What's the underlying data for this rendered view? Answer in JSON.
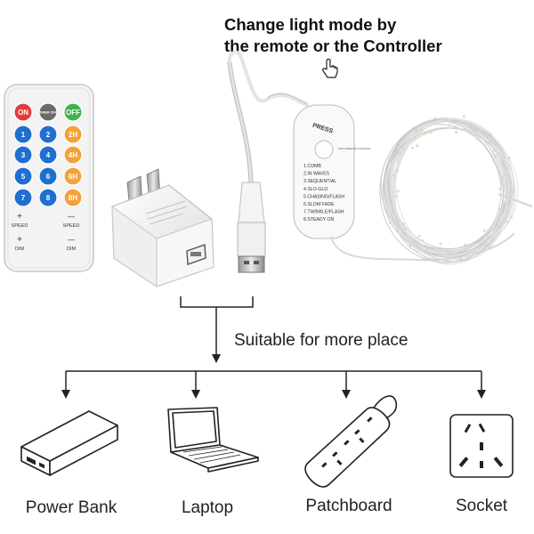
{
  "headline": {
    "line1": "Change light mode by",
    "line2": "the remote or the Controller"
  },
  "remote": {
    "buttons": [
      {
        "label": "ON",
        "color": "#e23a3a"
      },
      {
        "label": "TIMER OFF",
        "color": "#6a6a6a"
      },
      {
        "label": "OFF",
        "color": "#3cb54a"
      },
      {
        "label": "1",
        "color": "#1e6fd0"
      },
      {
        "label": "2",
        "color": "#1e6fd0"
      },
      {
        "label": "2H",
        "color": "#f2a23a"
      },
      {
        "label": "3",
        "color": "#1e6fd0"
      },
      {
        "label": "4",
        "color": "#1e6fd0"
      },
      {
        "label": "4H",
        "color": "#f2a23a"
      },
      {
        "label": "5",
        "color": "#1e6fd0"
      },
      {
        "label": "6",
        "color": "#1e6fd0"
      },
      {
        "label": "6H",
        "color": "#f2a23a"
      },
      {
        "label": "7",
        "color": "#1e6fd0"
      },
      {
        "label": "8",
        "color": "#1e6fd0"
      },
      {
        "label": "8H",
        "color": "#f2a23a"
      }
    ],
    "speed_plus": "+",
    "speed_plus_label": "SPEED",
    "speed_minus": "—",
    "speed_minus_label": "SPEED",
    "dim_plus": "+",
    "dim_plus_label": "DIM",
    "dim_minus": "—",
    "dim_minus_label": "DIM"
  },
  "controller": {
    "press_label": "PRESS",
    "small_label": "WITH REMOTE CONTROL",
    "modes": [
      "1.COMB",
      "2.IN WAVES",
      "3.SEQUENTIAL",
      "4.SLO-GLO",
      "5.CHASING/FLASH",
      "6.SLOW FADE",
      "7.TWINKLE/FLASH",
      "8.STEADY ON"
    ]
  },
  "suitable_text": "Suitable for more place",
  "devices": [
    {
      "label": "Power Bank",
      "icon": "power-bank-icon"
    },
    {
      "label": "Laptop",
      "icon": "laptop-icon"
    },
    {
      "label": "Patchboard",
      "icon": "patchboard-icon"
    },
    {
      "label": "Socket",
      "icon": "socket-icon"
    }
  ],
  "colors": {
    "text": "#111111",
    "line": "#222222",
    "blue_button": "#1e6fd0",
    "orange_button": "#f2a23a",
    "remote_body": "#f3f3f3"
  }
}
